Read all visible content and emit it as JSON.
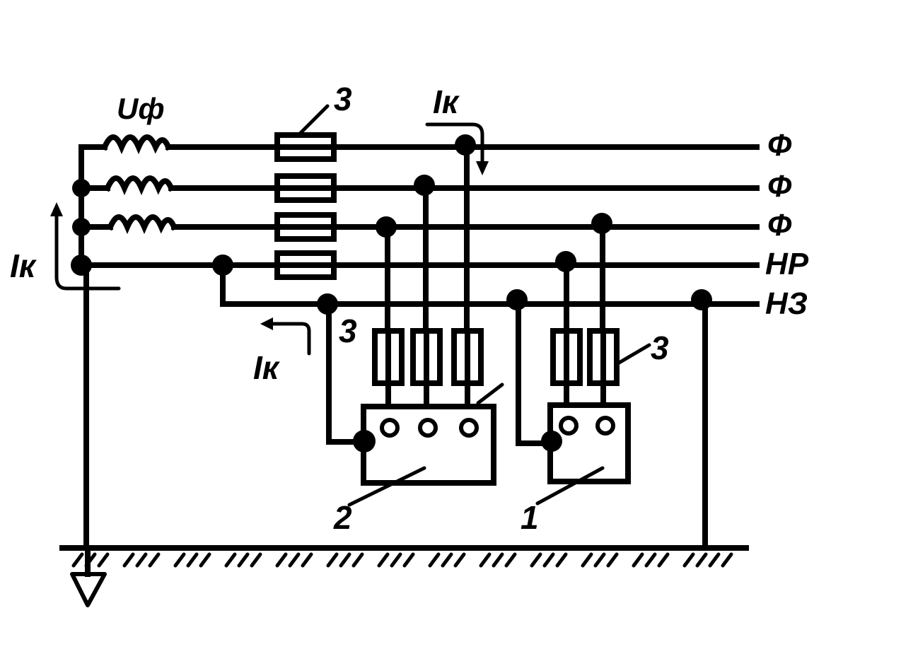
{
  "labels": {
    "source_voltage": "Uф",
    "fault_current": "Iк",
    "fuse_marker": "3",
    "consumer_two": "2",
    "consumer_one": "1"
  },
  "lines": {
    "phase_a": "Ф",
    "phase_b": "Ф",
    "phase_c": "Ф",
    "working_neutral": "НР",
    "protective_neutral": "НЗ"
  }
}
